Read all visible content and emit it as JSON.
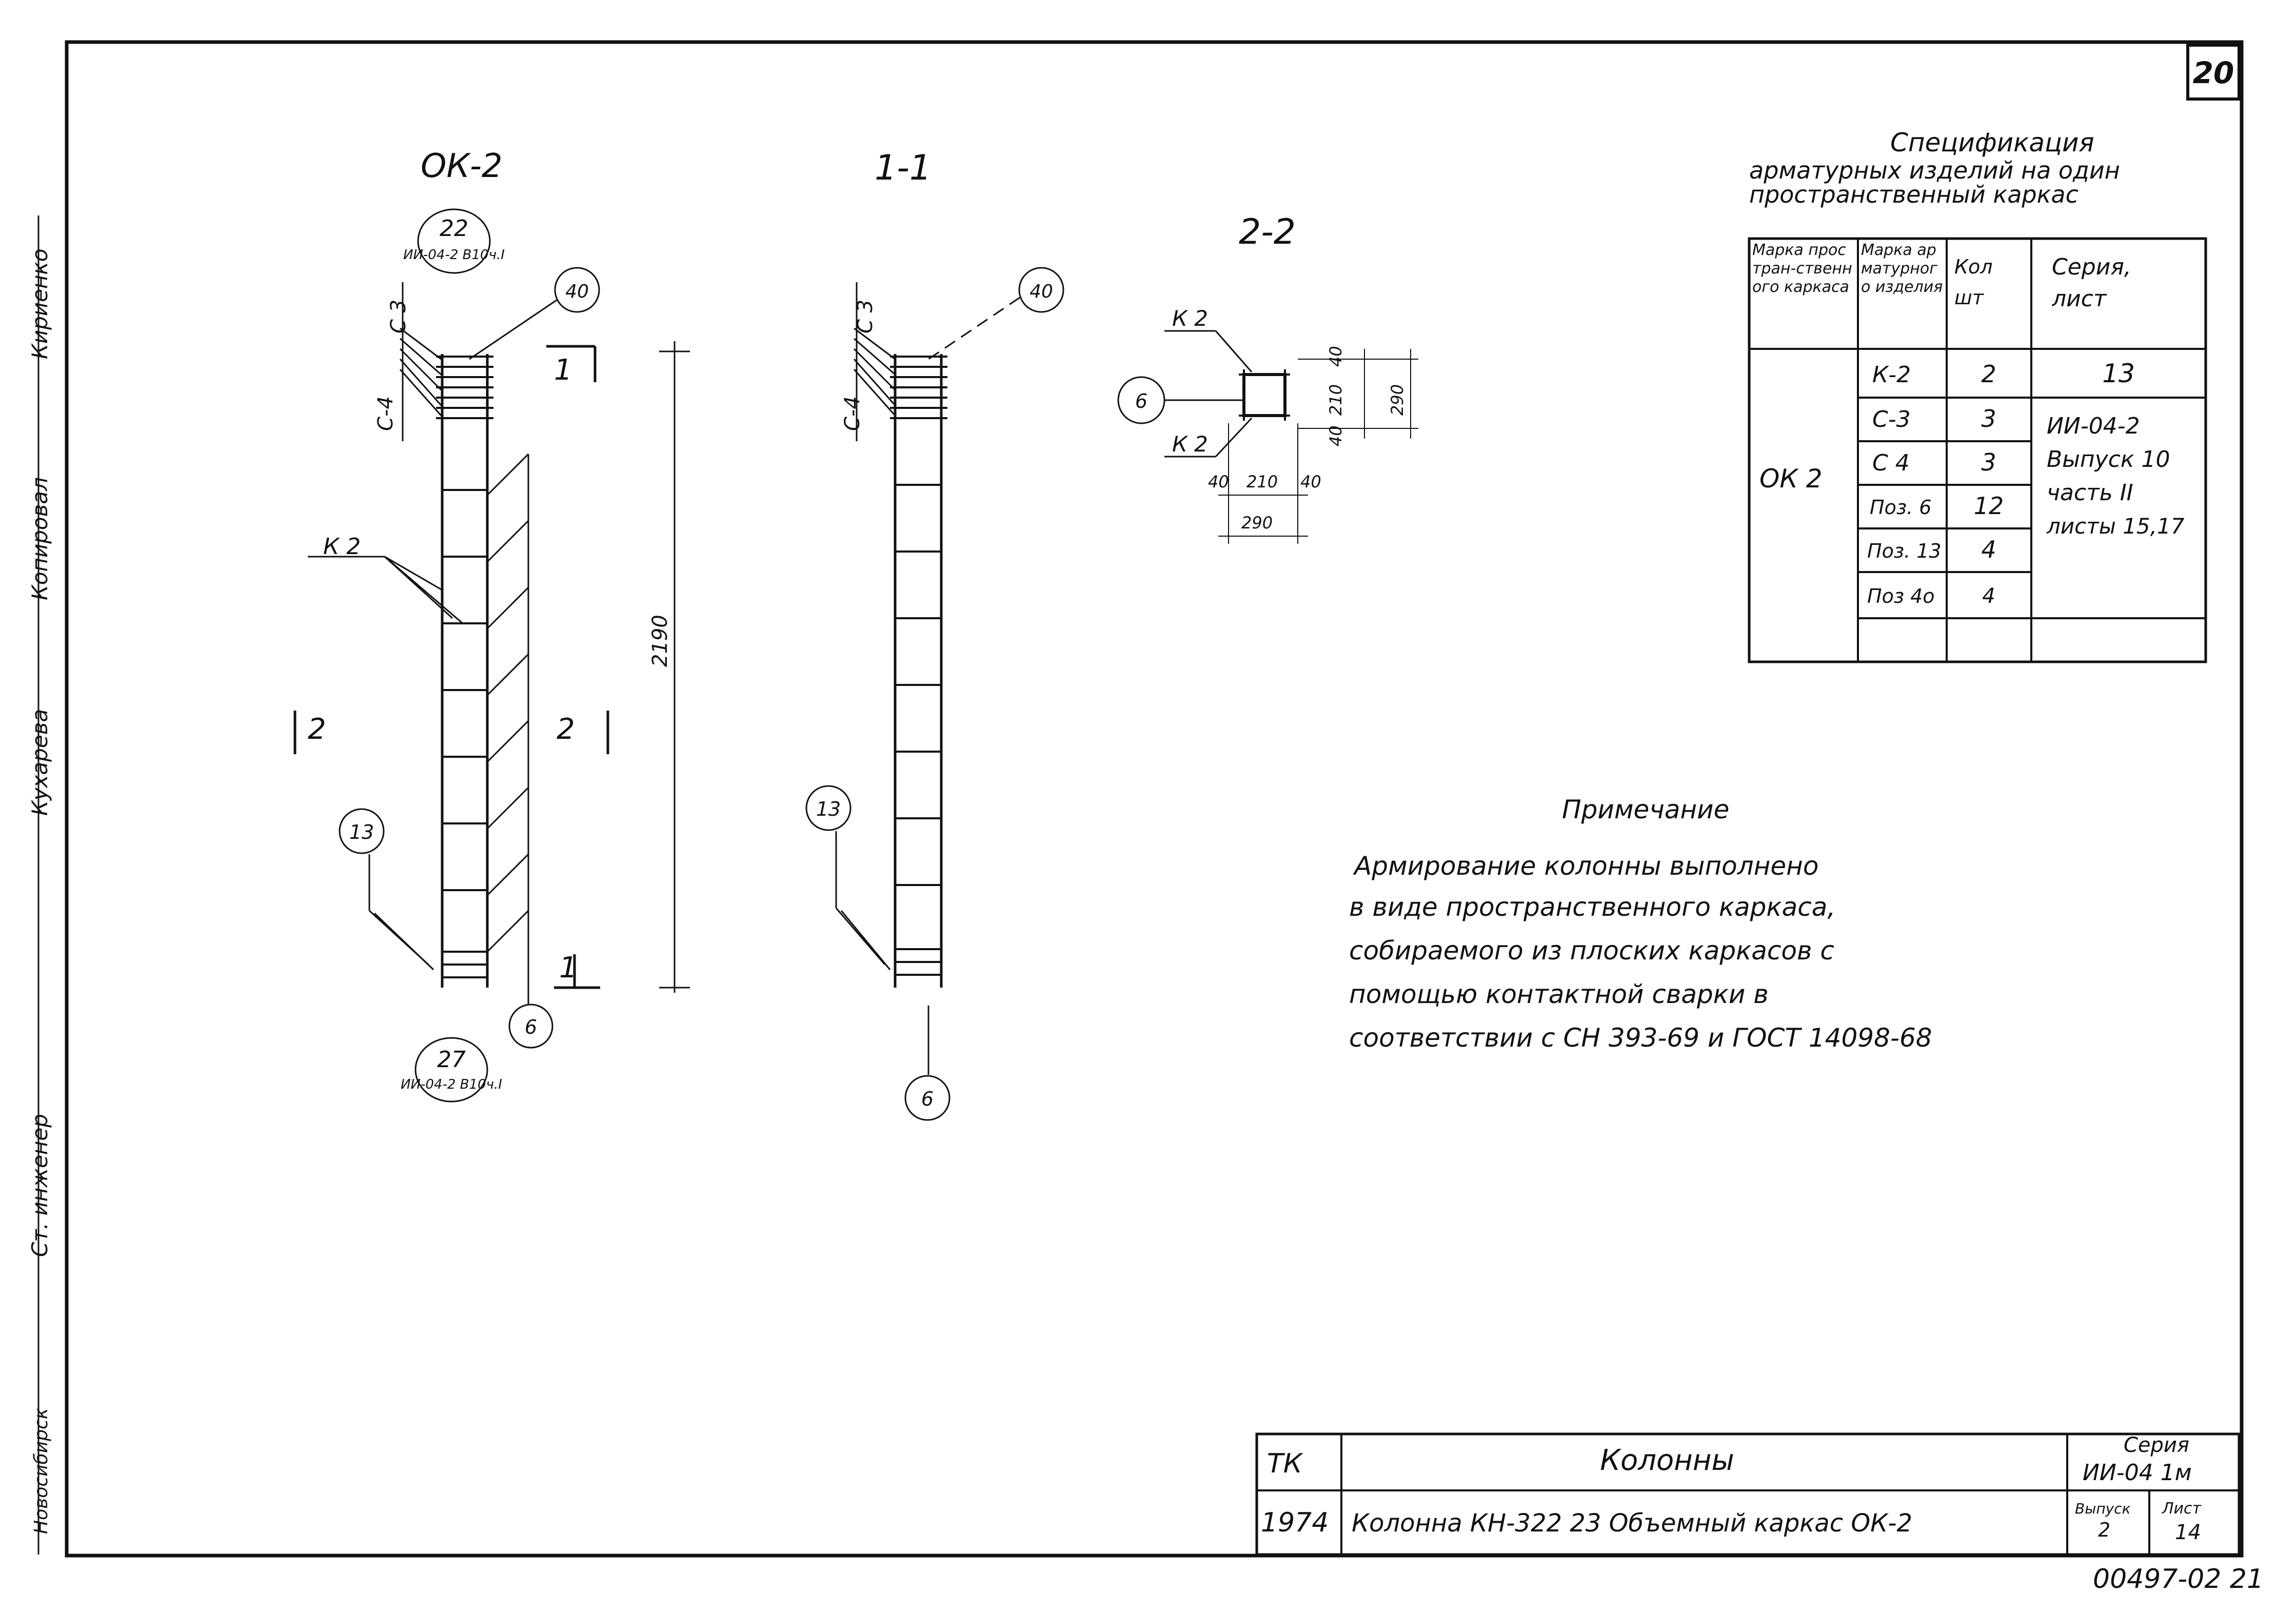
{
  "sheet": {
    "page_number": "20",
    "archive_number": "00497-02 21",
    "views": {
      "ok2": "ОК-2",
      "sec11": "1-1",
      "sec22": "2-2"
    },
    "callouts": {
      "c3": "С 3",
      "c4": "С-4",
      "k2": "К 2",
      "n40": "40",
      "n13": "13",
      "n6": "6",
      "cut1": "1",
      "cut2": "2",
      "top_ref_num": "22",
      "top_ref_text": "ИИ-04-2 В10ч.I",
      "bot_ref_num": "27",
      "bot_ref_text": "ИИ-04-2 В10ч.I"
    },
    "dims": {
      "height": "2190",
      "d40": "40",
      "d210": "210",
      "d290": "290"
    }
  },
  "spec": {
    "title_lines": [
      "Спецификация",
      "арматурных изделий на один",
      "пространственный каркас"
    ],
    "headers": [
      "Марка простран-ственного каркаса",
      "Марка арматурного изделия",
      "Кол шт",
      "Серия, лист"
    ],
    "frame_mark": "ОК 2",
    "rows": [
      {
        "item": "К-2",
        "qty": "2",
        "series": "13"
      },
      {
        "item": "С-3",
        "qty": "3",
        "series": ""
      },
      {
        "item": "С 4",
        "qty": "3",
        "series": ""
      },
      {
        "item": "Поз. 6",
        "qty": "12",
        "series": ""
      },
      {
        "item": "Поз. 13",
        "qty": "4",
        "series": ""
      },
      {
        "item": "Поз 4о",
        "qty": "4",
        "series": ""
      }
    ],
    "series_block": [
      "ИИ-04-2",
      "Выпуск 10",
      "часть II",
      "листы 15,17"
    ]
  },
  "note": {
    "title": "Примечание",
    "lines": [
      "Армирование колонны выполнено",
      "в виде пространственного каркаса,",
      "собираемого из плоских каркасов с",
      "помощью контактной сварки в",
      "соответствии с СН 393-69 и ГОСТ 14098-68"
    ]
  },
  "stamp": {
    "code": "ТК",
    "name": "Колонны",
    "year": "1974",
    "subtitle": "Колонна КН-322 23 Объемный каркас ОК-2",
    "series_label": "Серия",
    "series_value": "ИИ-04 1м",
    "issue_label": "Выпуск",
    "issue_value": "2",
    "sheet_label": "Лист",
    "sheet_value": "14"
  },
  "side_strip": {
    "labels": [
      "Новосибирск",
      "Ст. инженер",
      "Кухарева",
      "Копировал",
      "Кириенко"
    ]
  }
}
